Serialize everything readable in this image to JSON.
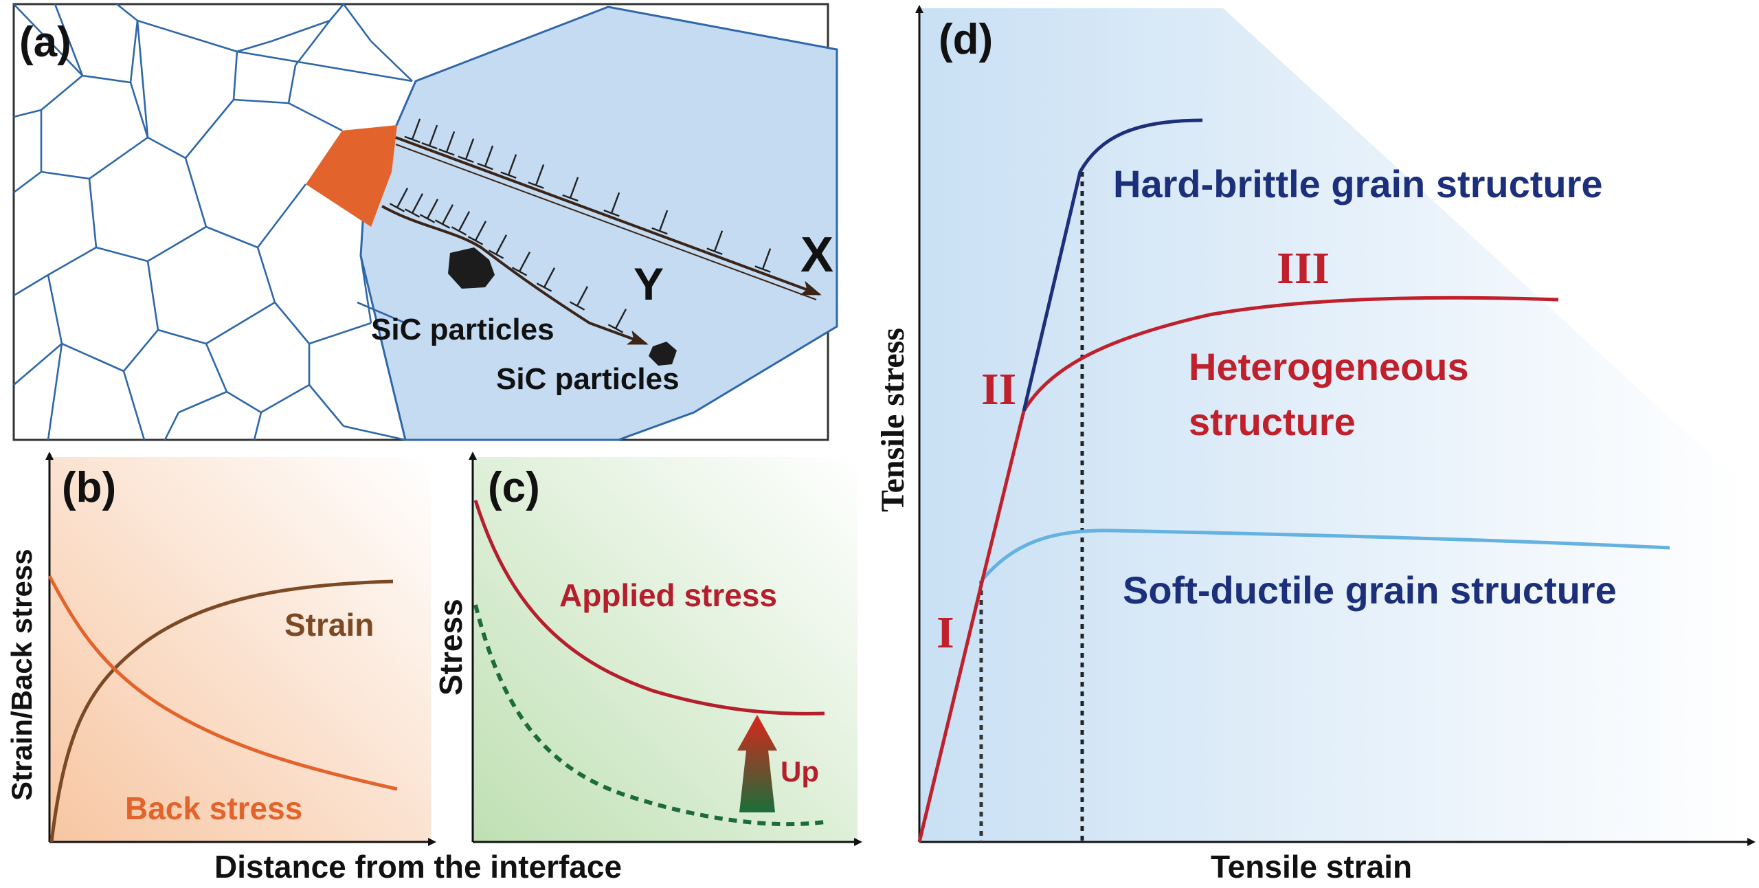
{
  "panels": {
    "a": {
      "letter": "(a)",
      "path_x_label": "X",
      "path_y_label": "Y",
      "particle_label_1": "SiC particles",
      "particle_label_2": "SiC particles"
    },
    "b": {
      "letter": "(b)",
      "y_axis_label": "Strain/Back stress",
      "x_axis_label": "Distance from the interface",
      "curve_strain_label": "Strain",
      "curve_back_stress_label": "Back stress"
    },
    "c": {
      "letter": "(c)",
      "y_axis_label": "Stress",
      "curve_applied_label": "Applied stress",
      "up_label": "Up"
    },
    "d": {
      "letter": "(d)",
      "y_axis_label": "Tensile stress",
      "x_axis_label": "Tensile strain",
      "hard_label": "Hard-brittle grain structure",
      "hetero_label_line1": "Heterogeneous",
      "hetero_label_line2": "structure",
      "soft_label": "Soft-ductile grain structure",
      "stage_1": "I",
      "stage_2": "II",
      "stage_3": "III"
    }
  },
  "colors": {
    "grain_boundary": "#2f67a8",
    "grain_fill": "#c4dbf2",
    "defect_orange": "#e2642c",
    "arrow_brown": "#3b2418",
    "strain_brown": "#7b4a25",
    "back_stress_orange": "#e2642c",
    "applied_red": "#b51f2d",
    "dashed_green": "#1e6b3a",
    "hard_navy": "#1c2f7a",
    "soft_lightblue": "#64b2e0",
    "hetero_red": "#c0202c"
  }
}
